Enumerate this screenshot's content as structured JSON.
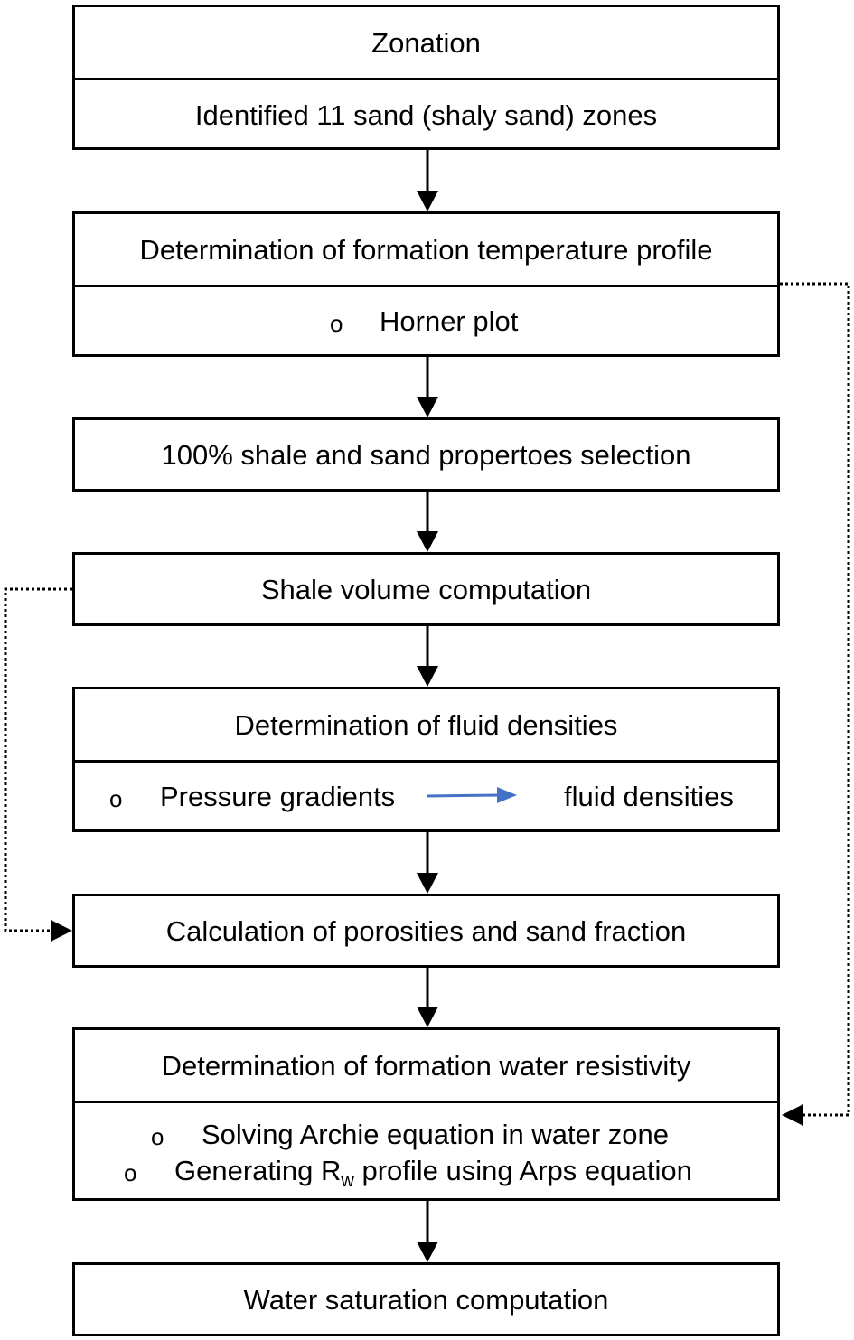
{
  "steps": {
    "zonation": {
      "title": "Zonation",
      "detail": "Identified 11 sand (shaly sand) zones"
    },
    "temperature": {
      "title": "Determination of formation temperature profile",
      "bullet": "o",
      "item": "Horner plot"
    },
    "selection": {
      "title": "100% shale and sand propertoes selection"
    },
    "shale_volume": {
      "title": "Shale volume computation"
    },
    "fluid_densities": {
      "title": "Determination of fluid densities",
      "bullet": "o",
      "from": "Pressure gradients",
      "to": "fluid densities"
    },
    "porosity": {
      "title": "Calculation of porosities and sand fraction"
    },
    "water_resistivity": {
      "title": "Determination of formation water resistivity",
      "bullet1": "o",
      "item1": "Solving Archie equation in water zone",
      "bullet2": "o",
      "item2_pre": "Generating R",
      "item2_sub": "w",
      "item2_post": " profile using Arps equation"
    },
    "saturation": {
      "title": "Water saturation computation"
    }
  },
  "colors": {
    "line": "#000000",
    "inner_arrow": "#4472C4"
  }
}
